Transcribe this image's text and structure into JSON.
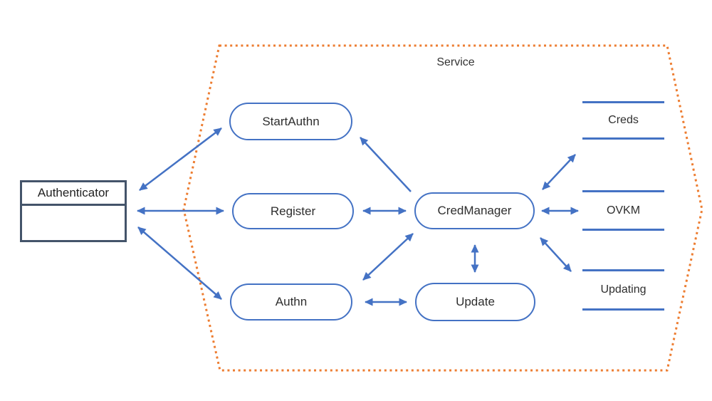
{
  "diagram": {
    "service_label": "Service",
    "authenticator_label": "Authenticator",
    "nodes": {
      "start_authn": "StartAuthn",
      "register": "Register",
      "authn": "Authn",
      "cred_manager": "CredManager",
      "update": "Update"
    },
    "stores": {
      "creds": "Creds",
      "ovkm": "OVKM",
      "updating": "Updating"
    },
    "colors": {
      "connector_blue": "#4472C4",
      "boundary_orange": "#ED7D31",
      "authenticator_border": "#44546A",
      "background": "#FFFFFF"
    },
    "edges": [
      {
        "from": "Authenticator",
        "to": "StartAuthn",
        "type": "bidirectional"
      },
      {
        "from": "Authenticator",
        "to": "Register",
        "type": "bidirectional"
      },
      {
        "from": "Authenticator",
        "to": "Authn",
        "type": "bidirectional"
      },
      {
        "from": "Register",
        "to": "CredManager",
        "type": "bidirectional"
      },
      {
        "from": "Authn",
        "to": "CredManager",
        "type": "bidirectional"
      },
      {
        "from": "Authn",
        "to": "Update",
        "type": "bidirectional"
      },
      {
        "from": "CredManager",
        "to": "StartAuthn",
        "type": "one-way"
      },
      {
        "from": "CredManager",
        "to": "Update",
        "type": "bidirectional"
      },
      {
        "from": "CredManager",
        "to": "Creds",
        "type": "bidirectional"
      },
      {
        "from": "CredManager",
        "to": "OVKM",
        "type": "bidirectional"
      },
      {
        "from": "CredManager",
        "to": "Updating",
        "type": "bidirectional"
      }
    ]
  }
}
